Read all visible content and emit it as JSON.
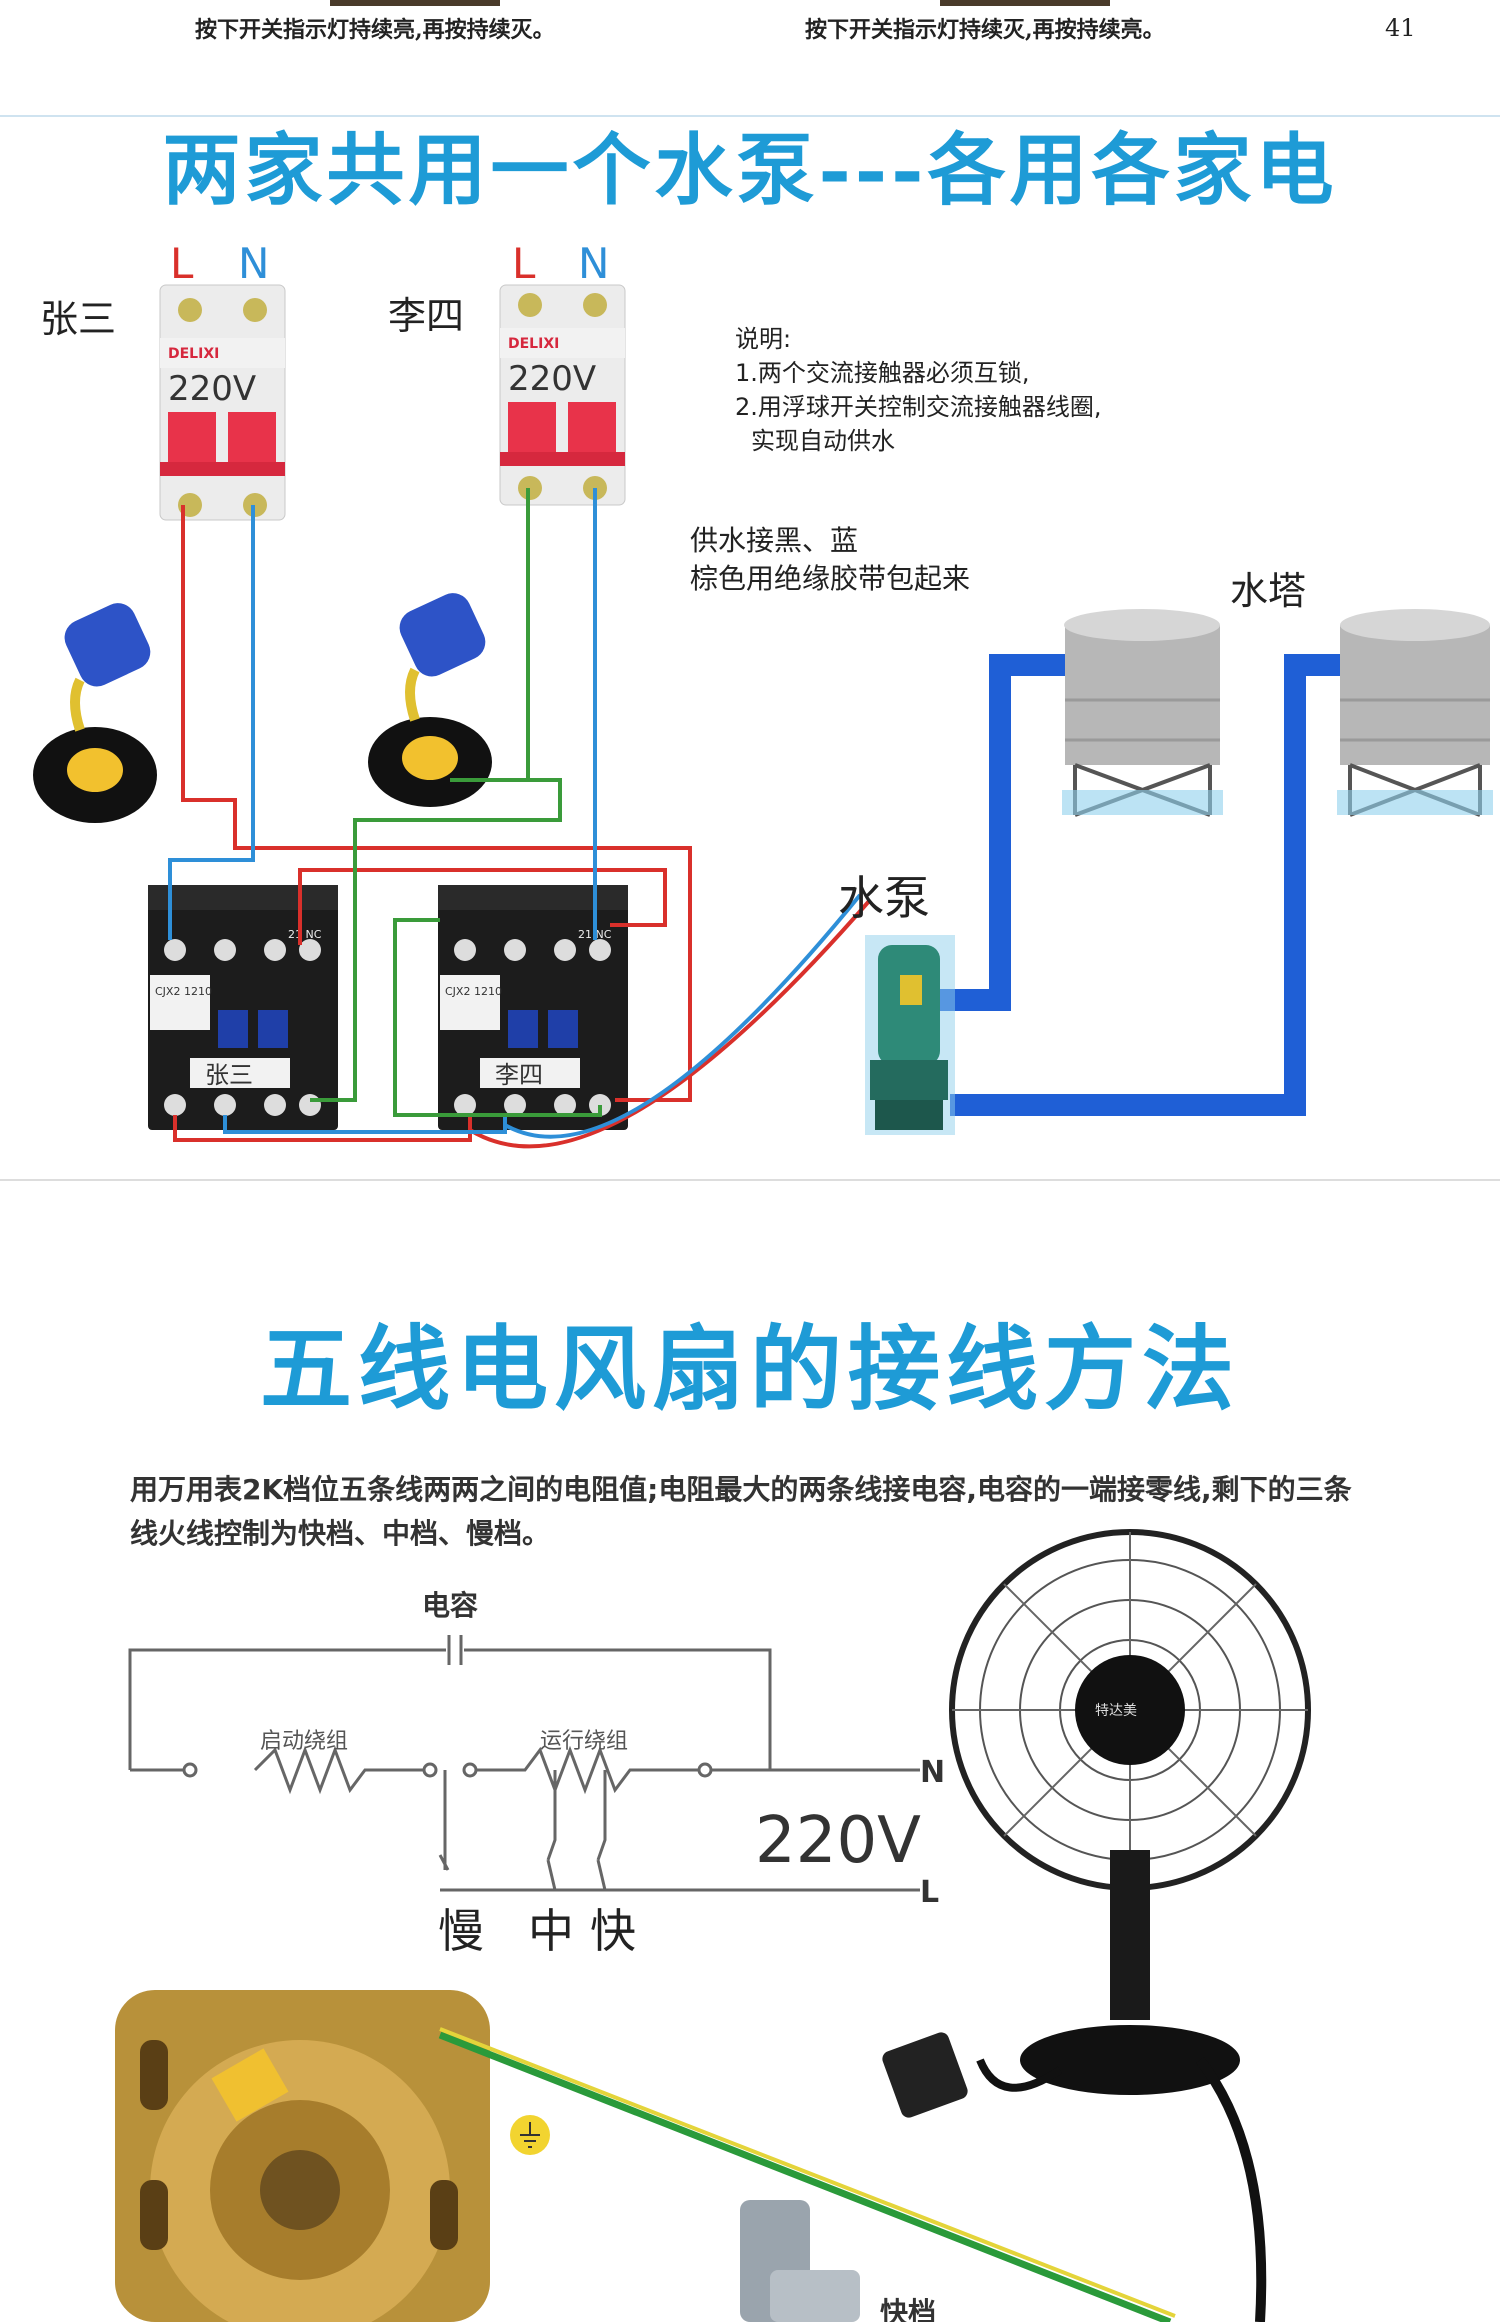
{
  "top_captions": {
    "left": "按下开关指示灯持续亮,再按持续灭。",
    "right": "按下开关指示灯持续灭,再按持续亮。",
    "page_number": "41"
  },
  "pump_section": {
    "title": "两家共用一个水泵---各用各家电",
    "household_a": "张三",
    "household_b": "李四",
    "breaker_live": "L",
    "breaker_neutral": "N",
    "breaker_brand": "DELIXI",
    "breaker_voltage": "220V",
    "notes_title": "说明:",
    "note_1": "1.两个交流接触器必须互锁,",
    "note_2": "2.用浮球开关控制交流接触器线圈,",
    "note_2b": "实现自动供水",
    "supply_line_1": "供水接黑、蓝",
    "supply_line_2": "棕色用绝缘胶带包起来",
    "tower_label": "水塔",
    "pump_label": "水泵",
    "contactor_model": "CJX2 1210",
    "contactor_nc": "21 NC",
    "contactor_a_tag": "张三",
    "contactor_b_tag": "李四",
    "colors": {
      "live": "#d9302b",
      "neutral": "#2e8fd8",
      "control": "#3a9b3a",
      "pipe": "#1f5fd6"
    }
  },
  "fan_section": {
    "title": "五线电风扇的接线方法",
    "description": "用万用表2K档位五条线两两之间的电阻值;电阻最大的两条线接电容,电容的一端接零线,剩下的三条线火线控制为快档、中档、慢档。",
    "capacitor_label": "电容",
    "start_winding": "启动绕组",
    "run_winding": "运行绕组",
    "neutral": "N",
    "live": "L",
    "voltage": "220V",
    "speed_slow": "慢",
    "speed_mid": "中",
    "speed_fast": "快",
    "fan_brand": "特达美",
    "switch_label": "快档"
  }
}
